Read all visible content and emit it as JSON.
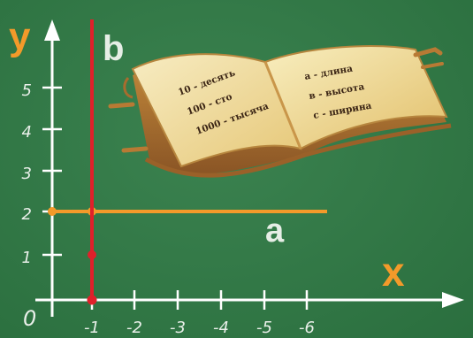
{
  "axis_labels": {
    "y": "y",
    "x": "x",
    "origin": "0"
  },
  "y_ticks": [
    "1",
    "2",
    "3",
    "4",
    "5"
  ],
  "x_ticks": [
    "-1",
    "-2",
    "-3",
    "-4",
    "-5",
    "-6"
  ],
  "line_labels": {
    "vertical": "b",
    "horizontal": "a"
  },
  "book": {
    "left_page": [
      "10 - десять",
      "100 - сто",
      "1000 - тысяча"
    ],
    "right_page": [
      "а - длина",
      "в - высота",
      "с - ширина"
    ]
  },
  "colors": {
    "board": "#2f7b45",
    "axis": "#ffffff",
    "orange": "#f39a2a",
    "red": "#e0202a",
    "page": "#f4e3a6"
  }
}
